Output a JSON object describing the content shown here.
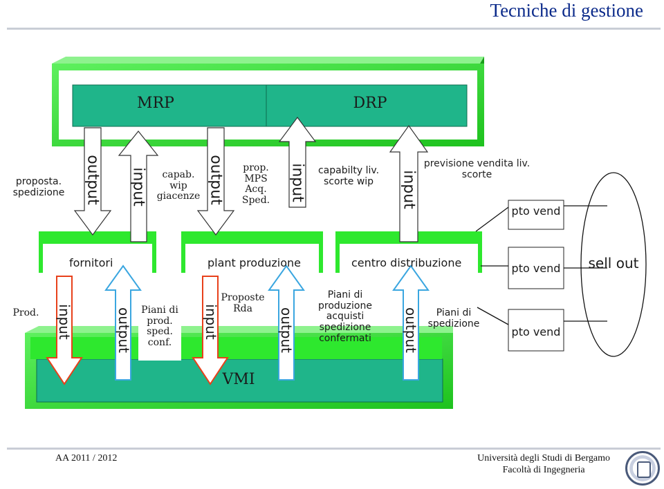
{
  "title": "Tecniche di gestione",
  "top_boxes": {
    "mrp": "MRP",
    "drp": "DRP"
  },
  "upper_labels": {
    "proposta_spedizione": "proposta. spedizione",
    "capab_wip": "capab. wip giacenze",
    "prop_mps": "prop. MPS Acq. Sped.",
    "capability": "capabilty liv. scorte wip",
    "previsione": "previsione vendita liv. scorte"
  },
  "upper_arrows": {
    "a1": "output",
    "a2": "input",
    "a3": "output",
    "a4": "input",
    "a5": "input"
  },
  "nodes": {
    "fornitori": "fornitori",
    "plant": "plant produzione",
    "centro": "centro distribuzione",
    "sell_out": "sell out"
  },
  "pto_vend": [
    "pto vend",
    "pto vend",
    "pto vend"
  ],
  "lower_labels": {
    "prod": "Prod.",
    "piani_prod": "Piani di prod. sped. conf.",
    "proposte": "Proposte Rda",
    "piani_produzione": "Piani di produzione acquisti spedizione confermati",
    "piani_spedizione": "Piani di spedizione"
  },
  "lower_arrows": {
    "b1": "input",
    "b2": "output",
    "b3": "input",
    "b4": "output",
    "b5": "output"
  },
  "vmi": "VMI",
  "footer": {
    "year": "AA  2011 / 2012",
    "uni": "Università degli Studi di Bergamo",
    "fac": "Facoltà  di Ingegneria"
  },
  "colors": {
    "green": "#2ee82e",
    "teal": "#1fb58a",
    "title": "#0b2a8a",
    "red": "#e8401a",
    "blue": "#3aa6e0"
  }
}
